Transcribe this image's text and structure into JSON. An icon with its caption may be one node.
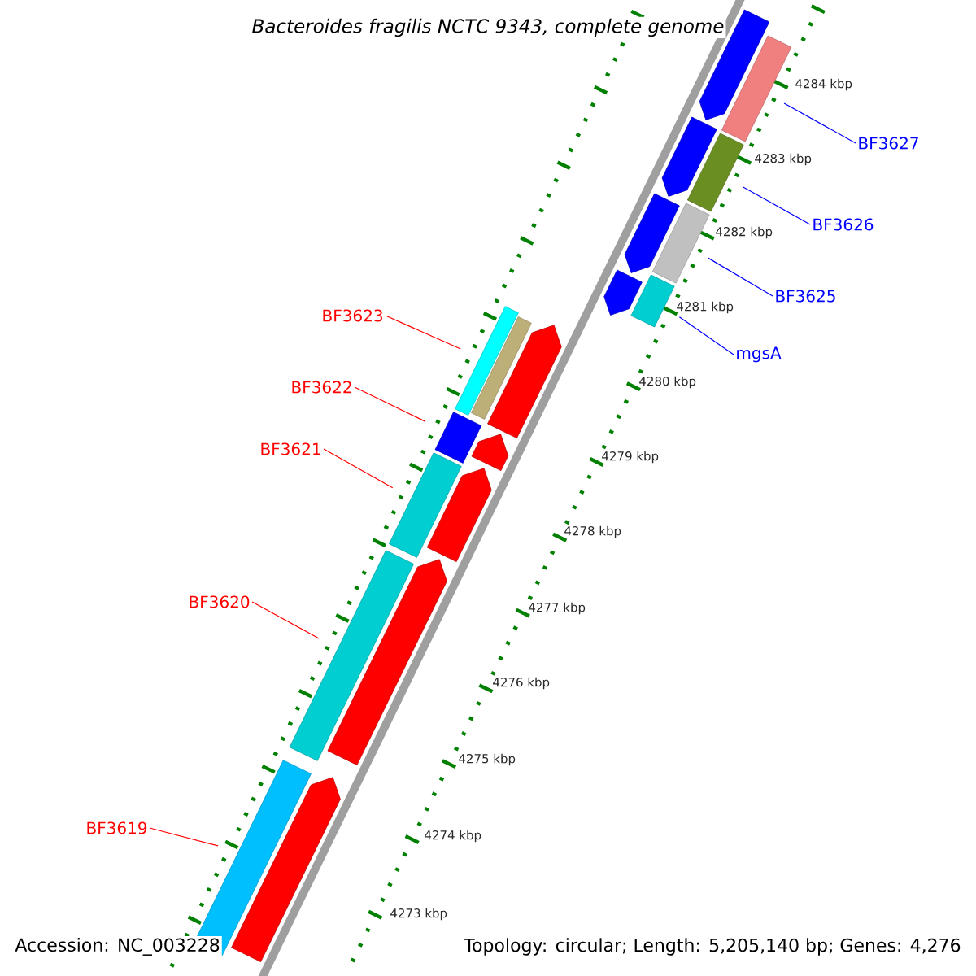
{
  "diagram": {
    "title": "Bacteroides fragilis NCTC 9343, complete genome",
    "nodes": [
      {
        "text": [
          "BF3627"
        ]
      },
      {
        "text": [
          "BF3626"
        ]
      },
      {
        "text": [
          "BF3625"
        ]
      },
      {
        "text": [
          "mgsA"
        ]
      },
      {
        "text": [
          "BF3623"
        ]
      },
      {
        "text": [
          "BF3622"
        ]
      },
      {
        "text": [
          "BF3621"
        ]
      },
      {
        "text": [
          "BF3620"
        ]
      },
      {
        "text": [
          "BF3619"
        ]
      },
      {
        "text": [],
        "shape": "bar"
      },
      {
        "text": [],
        "shape": "bar"
      },
      {
        "text": [],
        "shape": "bar"
      },
      {
        "text": [],
        "shape": "bar"
      },
      {
        "text": [],
        "shape": "bar"
      },
      {
        "text": [],
        "shape": "bar"
      },
      {
        "text": [],
        "shape": "bar"
      },
      {
        "text": [],
        "shape": "bar"
      },
      {
        "text": [],
        "shape": "bar"
      },
      {
        "text": [],
        "shape": "arrow"
      },
      {
        "text": [],
        "shape": "arrow"
      },
      {
        "text": [],
        "shape": "arrow"
      },
      {
        "text": [],
        "shape": "arrow"
      },
      {
        "text": [],
        "shape": "bar"
      },
      {
        "text": [],
        "shape": "arrow"
      },
      {
        "text": [],
        "shape": "arrow"
      },
      {
        "text": [],
        "shape": "arrow"
      },
      {
        "text": [],
        "shape": "arrow"
      },
      {
        "text": [],
        "shape": "arrow"
      }
    ],
    "edges": [
      {
        "from": 0,
        "to": 9,
        "arrow": "none",
        "color": "#0000ff"
      },
      {
        "from": 1,
        "to": 10,
        "arrow": "none",
        "color": "#0000ff"
      },
      {
        "from": 2,
        "to": 11,
        "arrow": "none",
        "color": "#0000ff"
      },
      {
        "from": 3,
        "to": 12,
        "arrow": "none",
        "color": "#0000ff"
      },
      {
        "from": 4,
        "to": 13,
        "arrow": "none"
      },
      {
        "from": 5,
        "to": 14,
        "arrow": "none"
      },
      {
        "from": 6,
        "to": 15,
        "arrow": "none"
      },
      {
        "from": 7,
        "to": 16,
        "arrow": "none"
      },
      {
        "from": 8,
        "to": 17,
        "arrow": "none"
      }
    ],
    "labels": [
      "4284 kbp",
      "4283 kbp",
      "4282 kbp",
      "4281 kbp",
      "4280 kbp",
      "4279 kbp",
      "4278 kbp",
      "4277 kbp",
      "4276 kbp",
      "4275 kbp",
      "4274 kbp",
      "4273 kbp",
      "Accession: NC_003228",
      "Topology: circular; Length: 5,205,140 bp; Genes: 4,276"
    ]
  }
}
